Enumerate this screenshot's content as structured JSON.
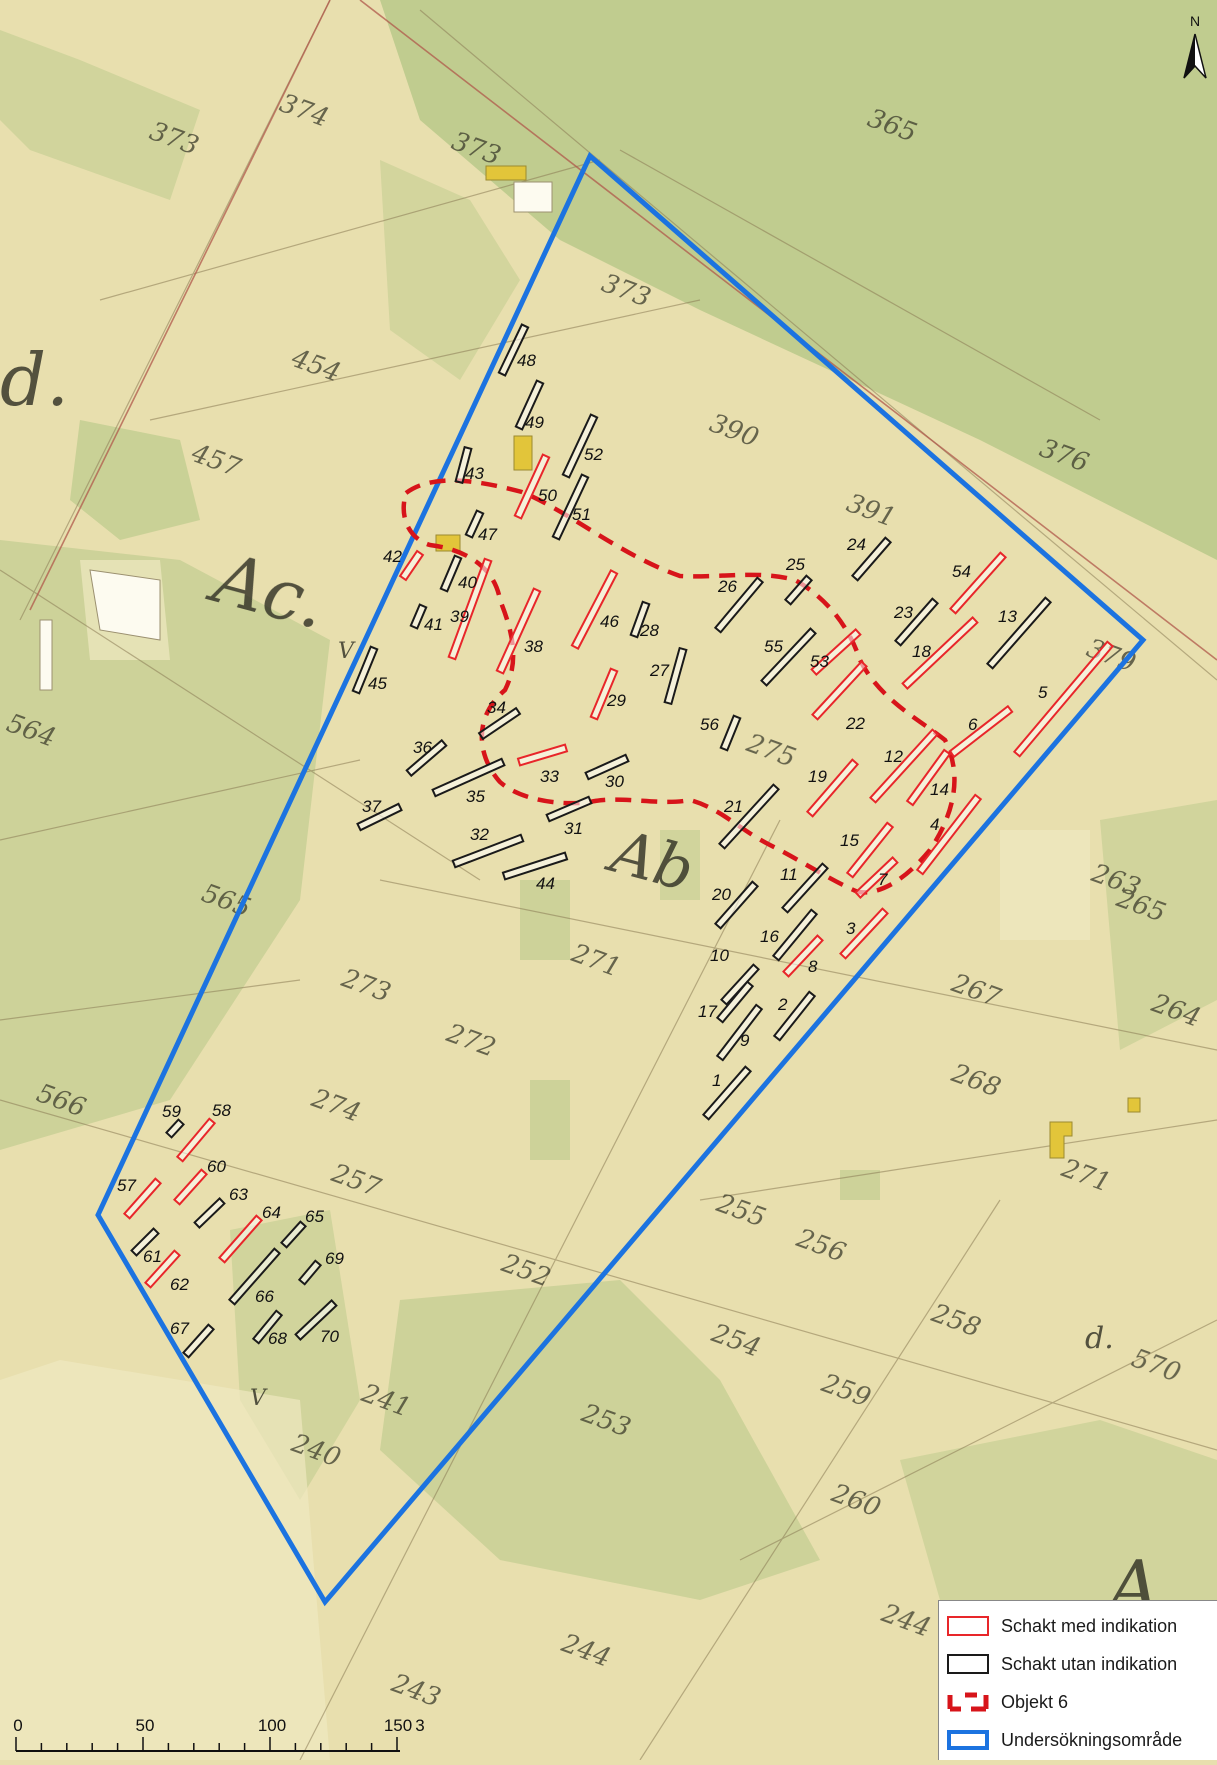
{
  "map": {
    "colors": {
      "paper": "#e8dfae",
      "meadow": "#b9c98a",
      "trench_with_indication": "#e8262a",
      "trench_without_indication": "#1a1a1a",
      "object": "#d7141a",
      "study_area": "#1c73e0",
      "building": "#e2c53a"
    },
    "parcel_labels": [
      "374",
      "373",
      "373",
      "365",
      "373",
      "454",
      "390",
      "376",
      "391",
      "457",
      "379",
      "263",
      "264",
      "265",
      "267",
      "268",
      "271",
      "271",
      "272",
      "273",
      "274",
      "275",
      "256",
      "255",
      "257",
      "253",
      "252",
      "254",
      "259",
      "258",
      "241",
      "240",
      "244",
      "243",
      "260",
      "244",
      "564",
      "565",
      "566",
      "570"
    ],
    "letter_labels": [
      "d.",
      "Ac.",
      "Ab",
      "A",
      "d.",
      "V",
      "V"
    ],
    "trenches_red": [
      "3",
      "4",
      "5",
      "6",
      "7",
      "8",
      "12",
      "14",
      "15",
      "18",
      "19",
      "22",
      "29",
      "33",
      "38",
      "39",
      "42",
      "46",
      "50",
      "53",
      "54",
      "57",
      "58",
      "60",
      "62",
      "64"
    ],
    "trenches_black": [
      "1",
      "2",
      "9",
      "10",
      "11",
      "13",
      "16",
      "17",
      "20",
      "21",
      "23",
      "24",
      "25",
      "26",
      "27",
      "28",
      "30",
      "31",
      "32",
      "34",
      "35",
      "36",
      "37",
      "40",
      "41",
      "43",
      "44",
      "45",
      "47",
      "48",
      "49",
      "51",
      "52",
      "55",
      "56",
      "59",
      "61",
      "63",
      "65",
      "66",
      "67",
      "68",
      "69",
      "70"
    ]
  },
  "north_arrow": {
    "label": "N"
  },
  "legend": {
    "items": [
      {
        "label": "Schakt med indikation",
        "icon": "red-rectangle-icon"
      },
      {
        "label": "Schakt utan indikation",
        "icon": "black-rectangle-icon"
      },
      {
        "label": "Objekt 6",
        "icon": "dashed-red-line-icon"
      },
      {
        "label": "Undersökningsområde",
        "icon": "blue-rectangle-icon"
      }
    ]
  },
  "scale_bar": {
    "ticks": [
      "0",
      "50",
      "100",
      "150"
    ],
    "unit_label": "3"
  }
}
